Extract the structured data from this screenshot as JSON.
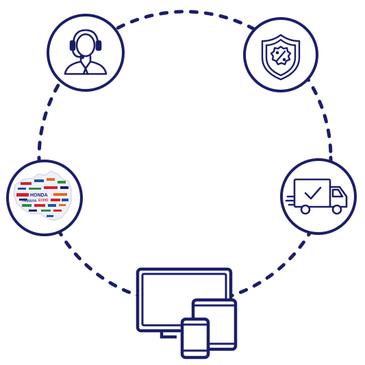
{
  "colors": {
    "primary": "#1b1e6b",
    "background": "#ffffff",
    "brand_red": "#d4202a",
    "brand_blue": "#1f4fa3",
    "brand_green": "#2e8b3d",
    "brand_orange": "#e36a1b"
  },
  "nodes": [
    {
      "id": "support",
      "icon": "headset-agent-icon"
    },
    {
      "id": "discount",
      "icon": "shield-percent-icon"
    },
    {
      "id": "delivery",
      "icon": "delivery-truck-check-icon"
    },
    {
      "id": "devices",
      "icon": "multi-device-icon"
    },
    {
      "id": "brands",
      "icon": "australia-brand-logos-map"
    }
  ],
  "brand_logos": [
    "HONDA",
    "ECHO",
    "YAMAHA",
    "STIHL",
    "HUSQVARNA",
    "BRIGGS",
    "KOHLER",
    "VICTA",
    "MAKITA",
    "RYOBI"
  ]
}
